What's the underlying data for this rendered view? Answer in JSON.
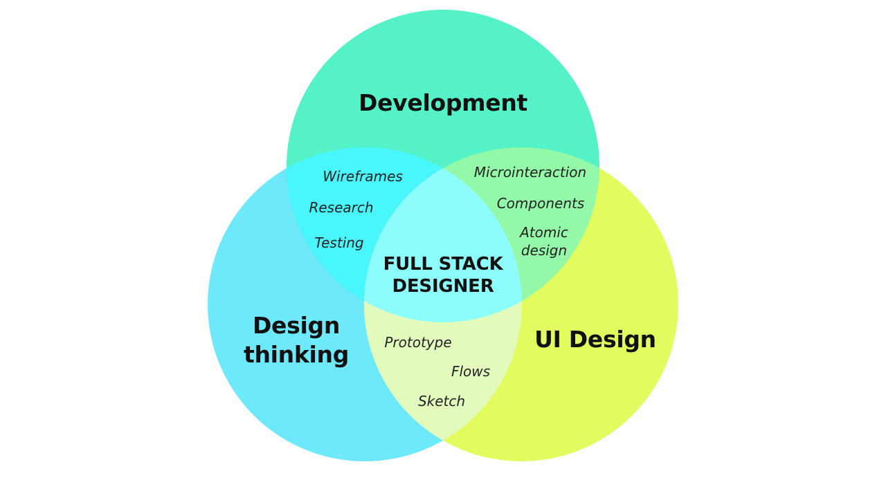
{
  "circles": {
    "development": {
      "label": "Development",
      "color": "#55f2c8"
    },
    "design_thinking": {
      "label_line1": "Design",
      "label_line2": "thinking",
      "color": "#6ee8fb"
    },
    "ui_design": {
      "label": "UI Design",
      "color": "#e2fb5e"
    }
  },
  "overlaps": {
    "development_design_thinking": {
      "color": "#48f6fb",
      "items": [
        "Wireframes",
        "Research",
        "Testing"
      ]
    },
    "development_ui_design": {
      "color": "#93f8a8",
      "items": [
        "Microinteraction",
        "Components",
        "Atomic",
        "design"
      ]
    },
    "design_thinking_ui_design": {
      "color": "#e2fbbc",
      "items": [
        "Prototype",
        "Flows",
        "Sketch"
      ]
    },
    "center": {
      "color": "#8cfdfc",
      "line1": "FULL STACK",
      "line2": "DESIGNER"
    }
  }
}
